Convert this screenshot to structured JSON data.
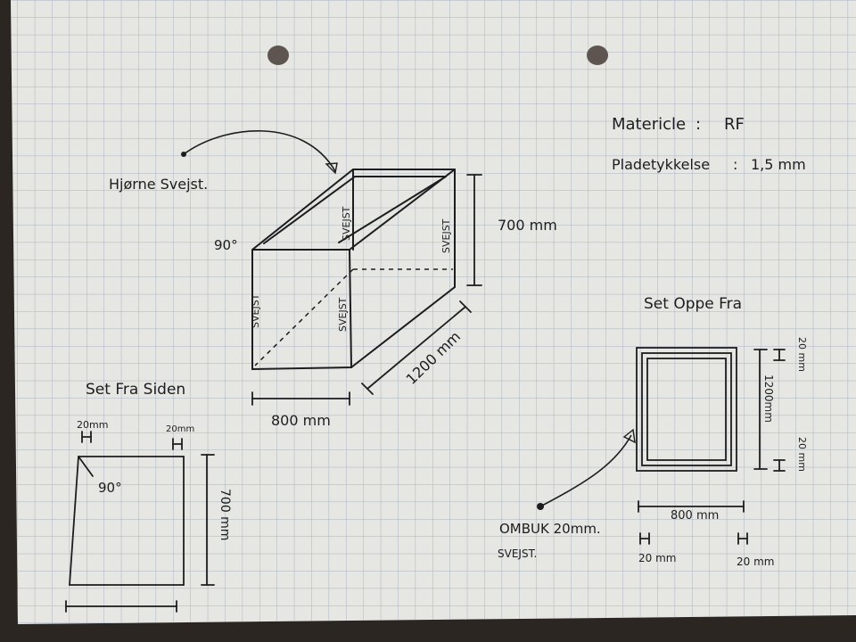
{
  "material": {
    "label": "Matericle",
    "value": "RF"
  },
  "thickness": {
    "label": "Pladetykkelse",
    "value": "1,5 mm"
  },
  "corner_note": {
    "text": "Hjørne Svejst.",
    "angle": "90°"
  },
  "iso": {
    "weld_labels": [
      "SVEJST",
      "SVEJST",
      "SVEJST",
      "SVEJST"
    ],
    "height": "700 mm",
    "width": "800 mm",
    "depth": "1200 mm"
  },
  "side_view": {
    "title": "Set Fra Siden",
    "flange_left": "20mm",
    "flange_right": "20mm",
    "angle": "90°",
    "height": "700 mm"
  },
  "top_view": {
    "title": "Set Oppe Fra",
    "depth": "1200mm",
    "flange_top": "20 mm",
    "flange_bottom": "20 mm",
    "width": "800 mm",
    "flange_left": "20 mm",
    "flange_right": "20 mm"
  },
  "fold_note": {
    "line1": "OMBUK 20mm.",
    "line2": "SVEJST."
  },
  "colors": {
    "paper": "#e6e6e3",
    "grid": "#a8b4c2",
    "ink": "#1d1d1f",
    "desk": "#2b2622"
  }
}
